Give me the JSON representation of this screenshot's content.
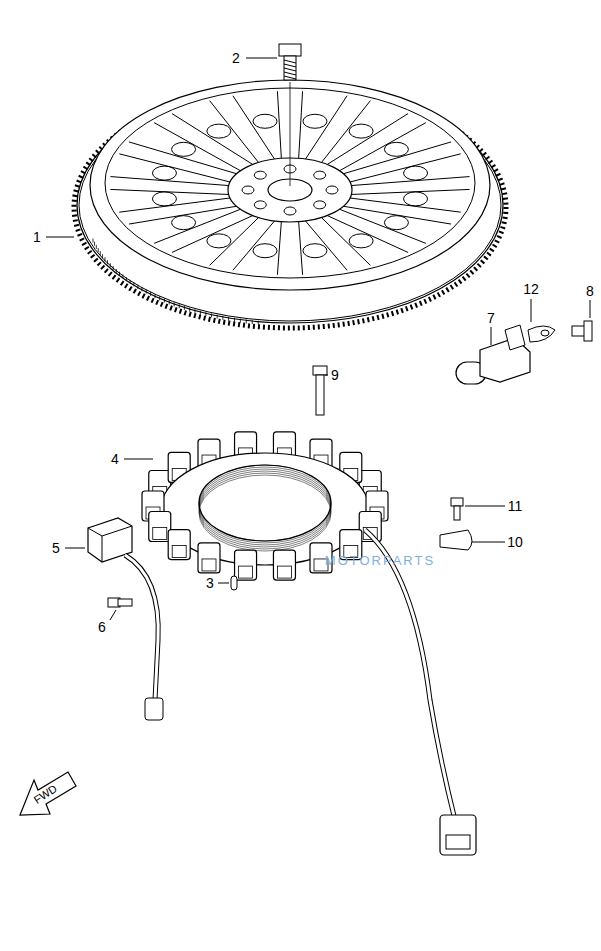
{
  "diagram": {
    "labels": [
      "1",
      "2",
      "3",
      "4",
      "5",
      "6",
      "7",
      "8",
      "9",
      "10",
      "11",
      "12",
      "FWD",
      "MOTORPARTS"
    ]
  }
}
